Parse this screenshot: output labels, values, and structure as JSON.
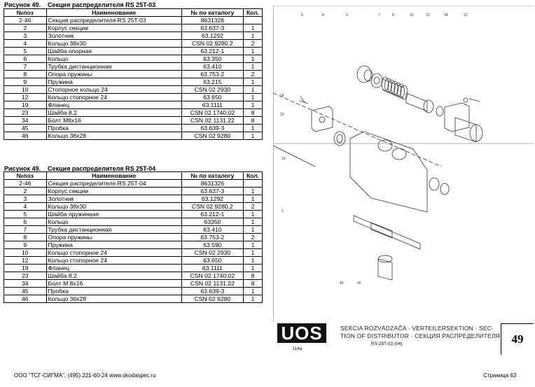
{
  "headers": [
    "№поз",
    "Наименование",
    "№ по каталогу",
    "Кол."
  ],
  "table1": {
    "fig": "Рисунок 49.",
    "title": "Секция распределителя RS 25T-03",
    "rows": [
      [
        "2-46",
        "Секция распределителя RS 25T-03",
        "8631326",
        ""
      ],
      [
        "2",
        "Корпус секции",
        "63.637-3",
        "1"
      ],
      [
        "3",
        "Золотник",
        "63.1292",
        "1"
      ],
      [
        "4",
        "Кольцо 38х30",
        "CSN 02 9280.2",
        "2"
      ],
      [
        "5",
        "Шайба опорная",
        "63.212-1",
        "1"
      ],
      [
        "6",
        "Кольцо",
        "63.350",
        "1"
      ],
      [
        "7",
        "Трубка дистанционная",
        "63.410",
        "1"
      ],
      [
        "8",
        "Опора пружины",
        "63.753-2",
        "2"
      ],
      [
        "9",
        "Пружина",
        "63.215",
        "1"
      ],
      [
        "10",
        "Стопорное кольцо 24",
        "CSN 02 2930",
        "1"
      ],
      [
        "12",
        "Кольцо стопорное 24",
        "63.650",
        "1"
      ],
      [
        "19",
        "Фланец",
        "63.1111",
        "1"
      ],
      [
        "23",
        "Шайба 8,2",
        "CSN 02 1740.02",
        "8"
      ],
      [
        "34",
        "Болт М8х16",
        "CSN 02 1131.22",
        "8"
      ],
      [
        "45",
        "Пробка",
        "63.639-3",
        "1"
      ],
      [
        "46",
        "Кольцо 36х28",
        "CSN 02 9280",
        "1"
      ]
    ]
  },
  "table2": {
    "fig": "Рисунок 49.",
    "title": "Секция распределителя RS 25T-04",
    "rows": [
      [
        "2-46",
        "Секция распределителя RS 25T-04",
        "8631326",
        ""
      ],
      [
        "2",
        "Корпус секции",
        "63.637-3",
        "1"
      ],
      [
        "3",
        "Золотник",
        "63.1292",
        "1"
      ],
      [
        "4",
        "Кольцо 38х30",
        "CSN 02 9280.2",
        "2"
      ],
      [
        "5",
        "Шайба пружинная",
        "63.212-1",
        "1"
      ],
      [
        "6",
        "Кольцо",
        "63350",
        "1"
      ],
      [
        "7",
        "Трубка дистанционная",
        "63.410",
        "1"
      ],
      [
        "8",
        "Опора пружины",
        "63.753-2",
        "2"
      ],
      [
        "9",
        "Пружина",
        "63.590",
        "1"
      ],
      [
        "10",
        "Кольцо стопорное 24",
        "CSN 02 2930",
        "1"
      ],
      [
        "12",
        "Кольцо стопорное  24",
        "63.650",
        "1"
      ],
      [
        "19",
        "Фланец",
        "63.1111",
        "1"
      ],
      [
        "23",
        "Шайба 8,2",
        "CSN 02 1740.02",
        "8"
      ],
      [
        "34",
        "Болт М 8х16",
        "CSN 02 1131.22",
        "8"
      ],
      [
        "45",
        "Пробка",
        "63.639-3",
        "1"
      ],
      [
        "46",
        "Кольцо  36х28",
        "CSN 02 9280",
        "1"
      ]
    ]
  },
  "drawing": {
    "callouts": [
      "6",
      "8",
      "9",
      "7",
      "8",
      "10",
      "23",
      "34",
      "12",
      "34",
      "23",
      "19",
      "2",
      "46",
      "45"
    ]
  },
  "titleblock": {
    "logo": "UOS",
    "logo_sub": "114a",
    "line1": "SEKCIA ROZVÁDZAČA · VERTEILERSEKTION · SEC·",
    "line2": "TION OF DISTRIBUTOR · СЕКЦИЯ РАСПРЕДЕЛИТЕЛЯ",
    "model": "RS 25T-03 (04)",
    "number": "49"
  },
  "footer": {
    "company": "ООО \"ТСГ-СИГМА\", (495) 221-60-24 www.skodaspec.ru",
    "page": "Страница 63"
  }
}
